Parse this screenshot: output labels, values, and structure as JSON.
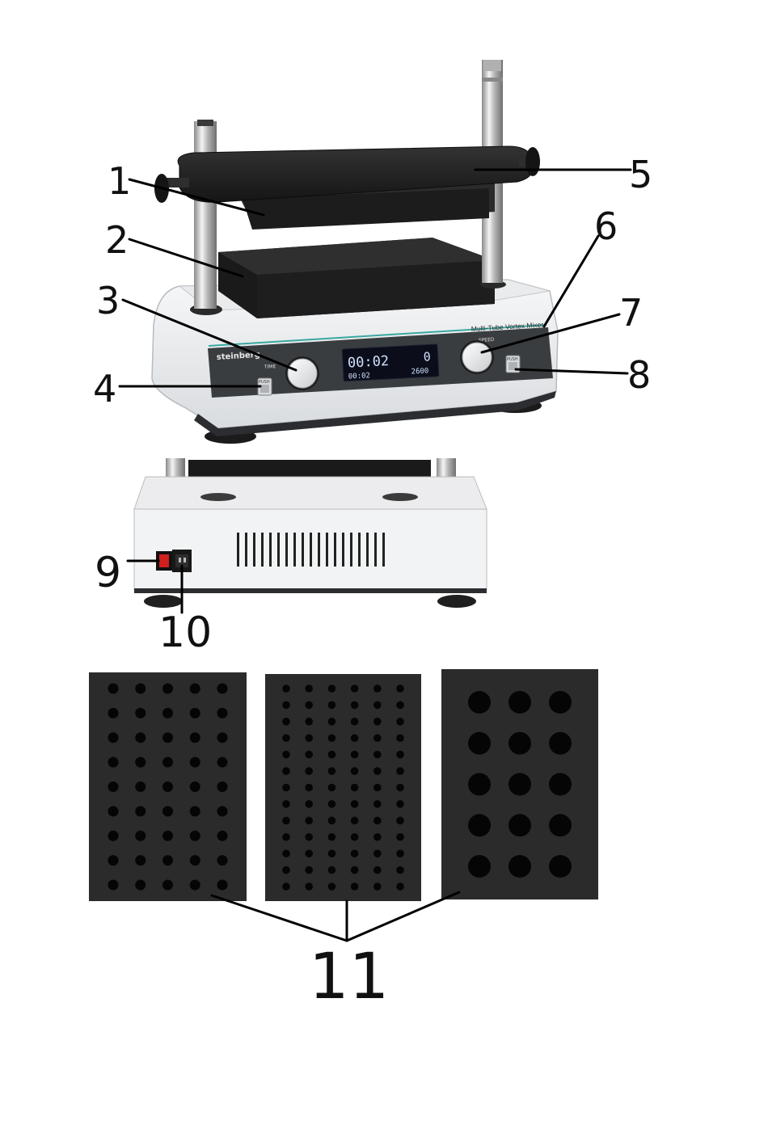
{
  "callouts": {
    "c1": "1",
    "c2": "2",
    "c3": "3",
    "c4": "4",
    "c5": "5",
    "c6": "6",
    "c7": "7",
    "c8": "8",
    "c9": "9",
    "c10": "10",
    "c11": "11"
  },
  "device": {
    "brand": "steinberg",
    "model_label": "Multi-Tube Vortex Mixer",
    "time_label": "TIME",
    "speed_label": "SPEED",
    "push_label": "PUSH",
    "display": {
      "top_left": "00:02",
      "top_right": "0",
      "bottom_left": "00:02",
      "bottom_right": "2600"
    }
  },
  "foam_inserts": [
    {
      "cols": 5,
      "rows": 9
    },
    {
      "cols": 6,
      "rows": 13
    },
    {
      "cols": 3,
      "rows": 5
    }
  ],
  "colors": {
    "plate": "#202020",
    "foam": "#2b2b2b",
    "hole": "#050505",
    "body": "#eef0f1",
    "panel": "#3a3d40",
    "lcd": "#0b0e1a",
    "lcd_text": "#cfe0ff",
    "power_switch": "#d21e1e"
  }
}
